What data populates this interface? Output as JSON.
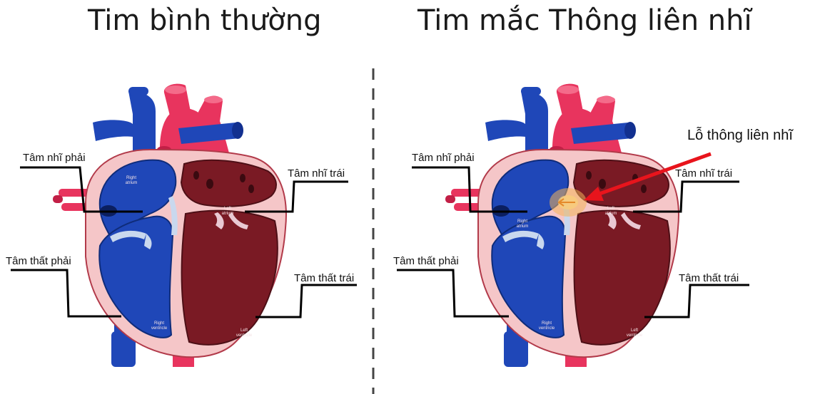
{
  "titles": {
    "normal": "Tim bình thường",
    "asd": "Tim mắc Thông liên nhĩ"
  },
  "labels": {
    "right_atrium": "Tâm nhĩ phải",
    "left_atrium": "Tâm nhĩ trái",
    "right_ventricle": "Tâm thất phải",
    "left_ventricle": "Tâm thất trái",
    "asd_hole": "Lỗ thông liên nhĩ"
  },
  "inner_labels": {
    "right_atrium": [
      "Right",
      "atrium"
    ],
    "left_atrium": [
      "Left",
      "atrium"
    ],
    "right_ventricle": [
      "Right",
      "ventricle"
    ],
    "left_ventricle": [
      "Left",
      "ventricle"
    ]
  },
  "colors": {
    "deoxygenated_blue": "#1f47b8",
    "oxygenated_red": "#e8345e",
    "left_chamber_dark": "#7a1a24",
    "pericardium_pink": "#f5c6c8",
    "septum_light": "#c9d8ee",
    "arrow_red": "#e8141c",
    "defect_glow": "#f3b45a"
  }
}
